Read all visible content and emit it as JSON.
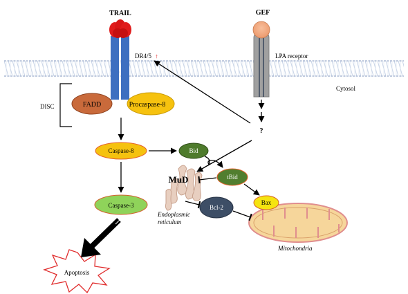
{
  "ligands": {
    "trail": "TRAIL",
    "gef": "GEF"
  },
  "receptors": {
    "dr45": "DR4/5",
    "dr45_arrow": "↑",
    "lpa": "LPA receptor"
  },
  "compartments": {
    "cytosol": "Cytosol",
    "disc": "DISC",
    "er": [
      "Endoplasmic",
      "reticulum"
    ],
    "mito": "Mitochondria"
  },
  "nodes": {
    "fadd": "FADD",
    "procaspase8": "Procaspase-8",
    "caspase8": "Caspase-8",
    "caspase3": "Caspase-3",
    "bid": "Bid",
    "tbid": "tBid",
    "mud": "MuD",
    "bcl2": "Bcl-2",
    "bax": "Bax",
    "unknown": "?",
    "apoptosis": "Apoptosis"
  },
  "colors": {
    "membrane_stripe": "#c8d6ea",
    "receptor_blue": "#3d6fc0",
    "trail_red": "#e01b1b",
    "lpa_gray": "#9e9e9e",
    "gef_orange": "#f4a97f",
    "fadd": "#c96a3b",
    "procaspase_yellow": "#f6c20f",
    "caspase8": "#f5c20f",
    "caspase3": "#8fd35a",
    "bid_green": "#4e7b2c",
    "tbid_green": "#517e2f",
    "bcl2": "#3d4e66",
    "bax": "#f5e410",
    "mito_fill": "#f6d69b",
    "mito_stroke": "#e08e8e",
    "er_fill": "#e8cfc0",
    "apoptosis_stroke": "#e02b2b"
  }
}
